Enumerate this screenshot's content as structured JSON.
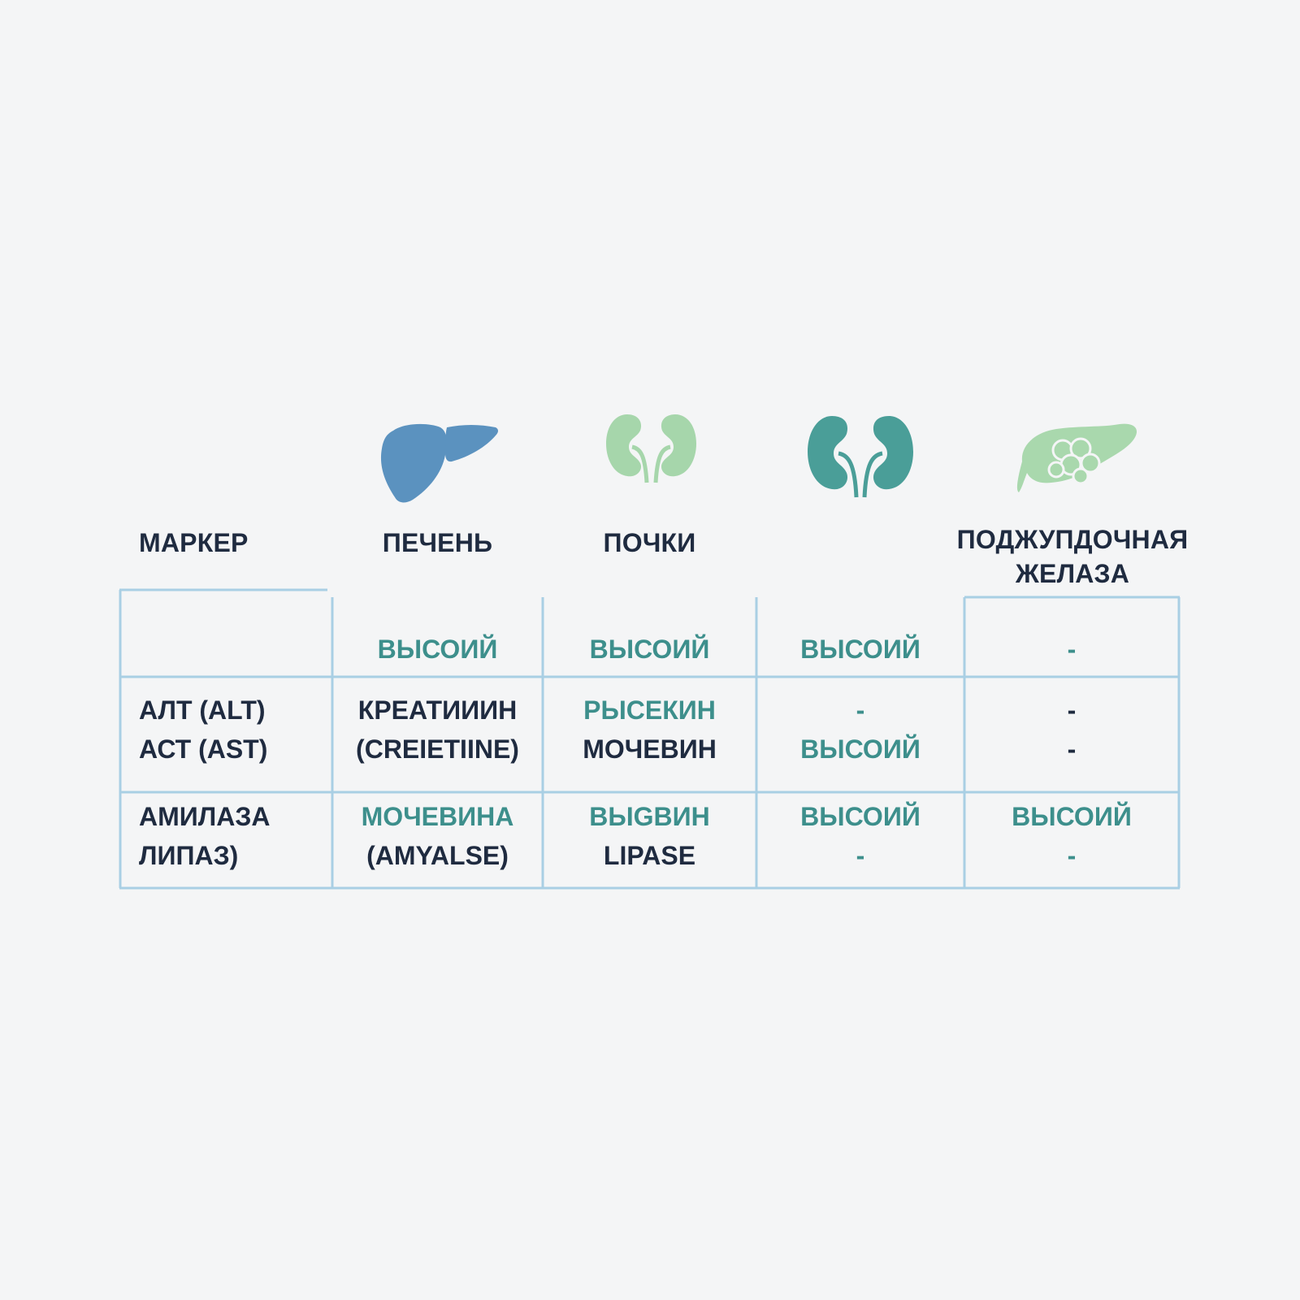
{
  "colors": {
    "background": "#f4f5f6",
    "grid_line": "#a9cfe4",
    "dark_text": "#1f2b40",
    "teal_text": "#3d8f8c",
    "liver_blue": "#5b92bf",
    "kidney_light_green": "#a6d6ab",
    "kidney_teal": "#4a9e98",
    "pancreas_green": "#a9d8ad"
  },
  "headers": {
    "marker": "МАРКЕР",
    "liver": "ПЕЧЕНЬ",
    "kidneys": "ПОЧКИ",
    "pancreas_line1": "ПОДЖУПДОЧНАЯ",
    "pancreas_line2": "ЖЕЛАЗА"
  },
  "icons": {
    "liver": "liver-icon",
    "kidneys_light": "kidneys-light-icon",
    "kidneys_teal": "kidneys-teal-icon",
    "pancreas": "pancreas-icon"
  },
  "rows": [
    {
      "marker": [],
      "liver": [
        {
          "text": "ВЫСОИЙ",
          "tone": "teal"
        }
      ],
      "kidneys": [
        {
          "text": "ВЫСОИЙ",
          "tone": "teal"
        }
      ],
      "kidneys2": [
        {
          "text": "ВЫСОИЙ",
          "tone": "teal"
        }
      ],
      "pancreas": [
        {
          "text": "-",
          "tone": "teal"
        }
      ]
    },
    {
      "marker": [
        {
          "text": "АЛТ (ALT)",
          "tone": "dark"
        },
        {
          "text": "АСТ (AST)",
          "tone": "dark"
        }
      ],
      "liver": [
        {
          "text": "КРЕАТИИИН",
          "tone": "dark"
        },
        {
          "text": "(CREIETIINE)",
          "tone": "dark"
        }
      ],
      "kidneys": [
        {
          "text": "РЫСЕКИН",
          "tone": "teal"
        },
        {
          "text": "МОЧЕВИН",
          "tone": "dark"
        }
      ],
      "kidneys2": [
        {
          "text": "-",
          "tone": "teal"
        },
        {
          "text": "ВЫСОИЙ",
          "tone": "teal"
        }
      ],
      "pancreas": [
        {
          "text": "-",
          "tone": "dark"
        },
        {
          "text": "-",
          "tone": "dark"
        }
      ]
    },
    {
      "marker": [
        {
          "text": "АМИЛАЗА",
          "tone": "dark"
        },
        {
          "text": "ЛИПАЗ)",
          "tone": "dark"
        }
      ],
      "liver": [
        {
          "text": "МОЧЕВИНА",
          "tone": "teal"
        },
        {
          "text": "(AMYALSE)",
          "tone": "dark"
        }
      ],
      "kidneys": [
        {
          "text": "ВЫGВИН",
          "tone": "teal"
        },
        {
          "text": "LIPASE",
          "tone": "dark"
        }
      ],
      "kidneys2": [
        {
          "text": "ВЫСОИЙ",
          "tone": "teal"
        },
        {
          "text": "-",
          "tone": "teal"
        }
      ],
      "pancreas": [
        {
          "text": "ВЫСОИЙ",
          "tone": "teal"
        },
        {
          "text": "-",
          "tone": "teal"
        }
      ]
    }
  ]
}
